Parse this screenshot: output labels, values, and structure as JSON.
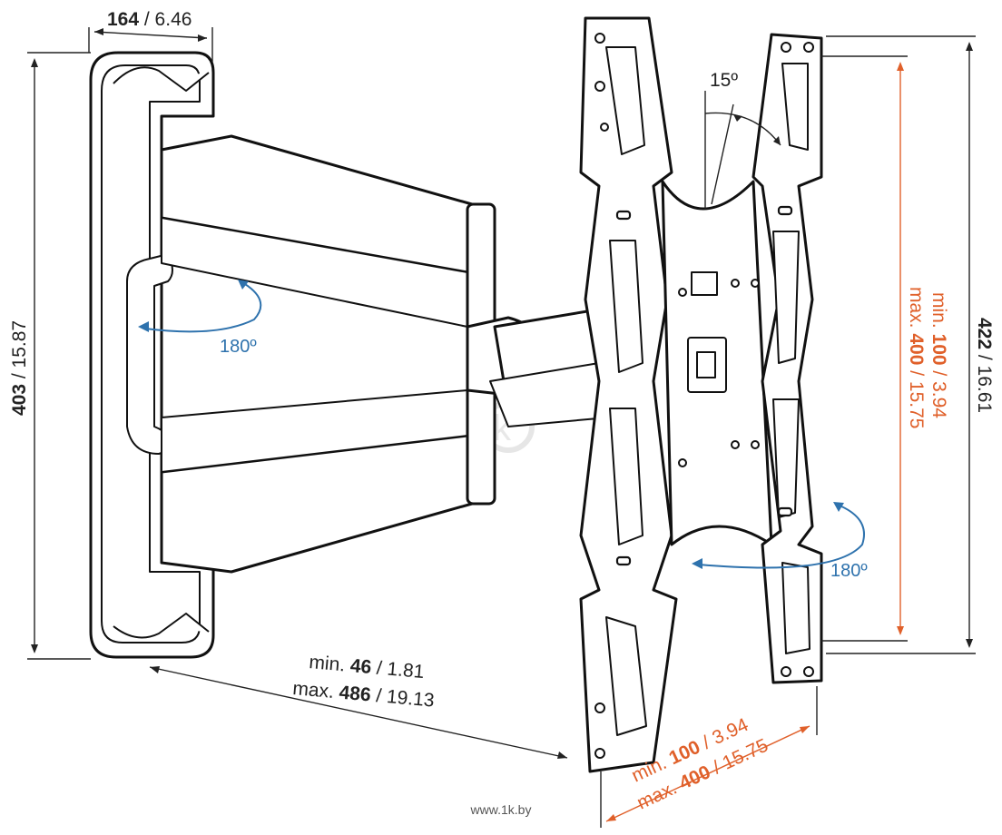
{
  "dimensions": {
    "arm_depth": {
      "bold": "164",
      "rest": " / 6.46"
    },
    "height": {
      "bold": "403",
      "rest": " / 15.87"
    },
    "plate_height": {
      "bold": "422",
      "rest": " / 16.61"
    },
    "extension_min": {
      "prefix": "min. ",
      "bold": "46",
      "rest": " / 1.81"
    },
    "extension_max": {
      "prefix": "max. ",
      "bold": "486",
      "rest": " / 19.13"
    },
    "vesa_v_min": {
      "prefix": "min. ",
      "bold": "100",
      "rest": " / 3.94"
    },
    "vesa_v_max": {
      "prefix": "max. ",
      "bold": "400",
      "rest": " / 15.75"
    },
    "vesa_h_min": {
      "prefix": "min. ",
      "bold": "100",
      "rest": " / 3.94"
    },
    "vesa_h_max": {
      "prefix": "max. ",
      "bold": "400",
      "rest": " / 15.75"
    }
  },
  "rotations": {
    "tilt": "15º",
    "swivel_arm": "180º",
    "swivel_plate": "180º"
  },
  "footer": "www.1k.by",
  "colors": {
    "dimension": "#222222",
    "vesa_dimension": "#e0602a",
    "rotation": "#2e72ad"
  }
}
